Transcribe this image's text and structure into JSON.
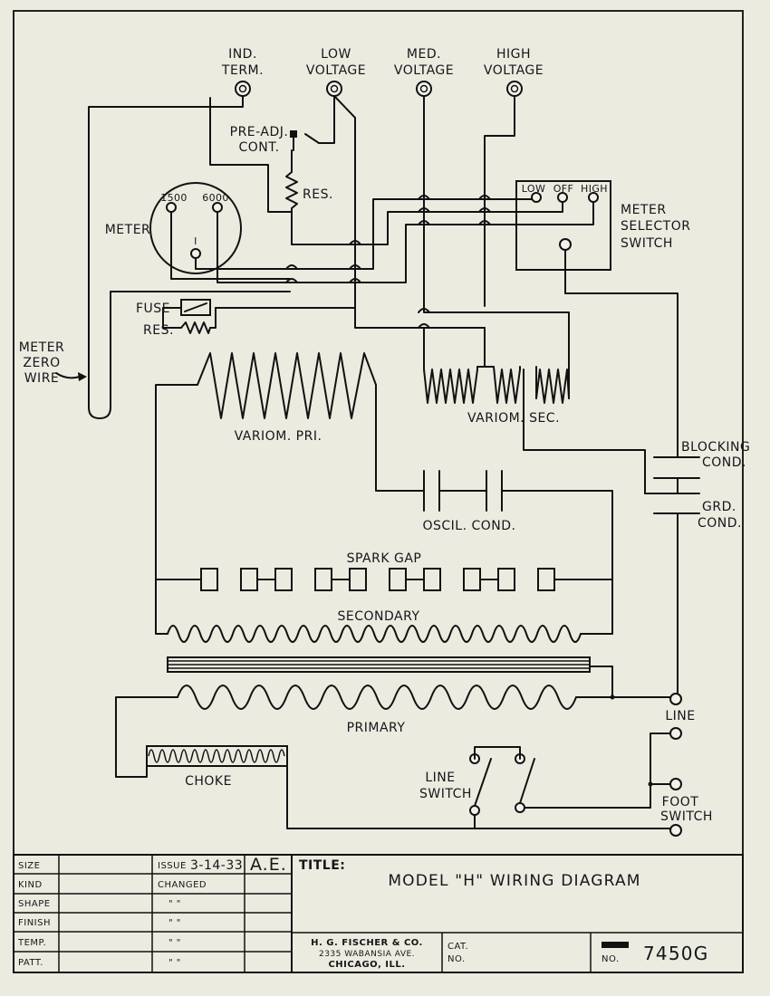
{
  "terminals": {
    "ind_term_line1": "IND.",
    "ind_term_line2": "TERM.",
    "low_voltage_line1": "LOW",
    "low_voltage_line2": "VOLTAGE",
    "med_voltage_line1": "MED.",
    "med_voltage_line2": "VOLTAGE",
    "high_voltage_line1": "HIGH",
    "high_voltage_line2": "VOLTAGE"
  },
  "components": {
    "pre_adj_line1": "PRE-ADJ.",
    "pre_adj_line2": "CONT.",
    "res_upper": "RES.",
    "meter": "METER",
    "meter_1500": "1500",
    "meter_6000": "6000",
    "meter_i": "I",
    "fuse": "FUSE",
    "res_lower": "RES.",
    "meter_zero_line1": "METER",
    "meter_zero_line2": "ZERO",
    "meter_zero_line3": "WIRE",
    "selector_low": "LOW",
    "selector_off": "OFF",
    "selector_high": "HIGH",
    "selector_line1": "METER",
    "selector_line2": "SELECTOR",
    "selector_line3": "SWITCH",
    "variom_pri": "VARIOM. PRI.",
    "variom_sec": "VARIOM. SEC.",
    "blocking_line1": "BLOCKING",
    "blocking_line2": "COND.",
    "grd_line1": "GRD.",
    "grd_line2": "COND.",
    "oscil_cond": "OSCIL. COND.",
    "spark_gap": "SPARK GAP",
    "secondary": "SECONDARY",
    "primary": "PRIMARY",
    "choke": "CHOKE",
    "line": "LINE",
    "line_switch_line1": "LINE",
    "line_switch_line2": "SWITCH",
    "foot_switch_line1": "FOOT",
    "foot_switch_line2": "SWITCH"
  },
  "title_block": {
    "rows": [
      {
        "label": "SIZE",
        "change": ""
      },
      {
        "label": "KIND",
        "change": "CHANGED"
      },
      {
        "label": "SHAPE",
        "change": "\"    \""
      },
      {
        "label": "FINISH",
        "change": "\"    \""
      },
      {
        "label": "TEMP.",
        "change": "\"    \""
      },
      {
        "label": "PATT.",
        "change": "\"    \""
      }
    ],
    "issue_label": "ISSUE",
    "issue_date": "3-14-33",
    "issue_initials": "A.E.",
    "title_label": "TITLE:",
    "title": "MODEL \"H\" WIRING DIAGRAM",
    "company_name": "H. G. FISCHER & CO.",
    "company_address": "2335 WABANSIA AVE.",
    "company_city": "CHICAGO, ILL.",
    "cat_label": "CAT.",
    "no_label": "NO.",
    "no2_label": "NO.",
    "drawing_number": "7450G"
  }
}
